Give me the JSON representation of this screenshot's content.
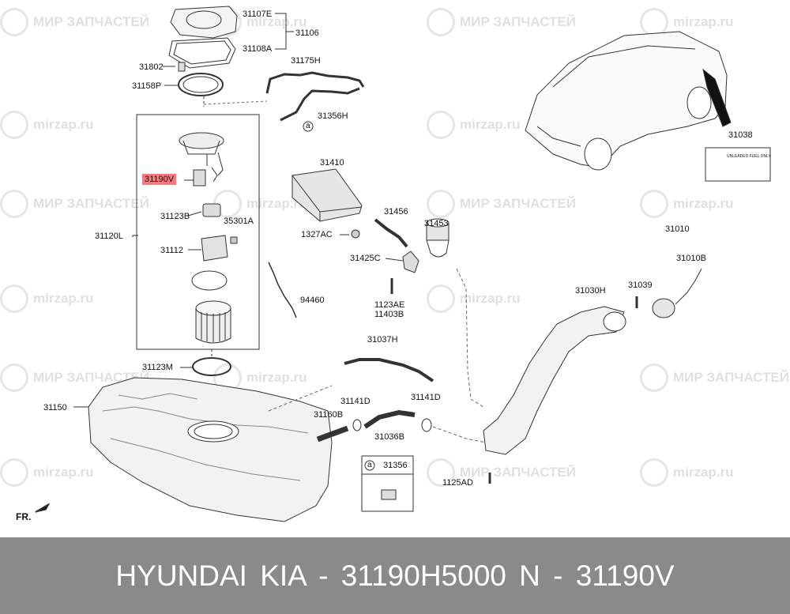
{
  "watermarks": {
    "brand_ru": "МИР ЗАПЧАСТЕЙ",
    "site": "mirzap.ru"
  },
  "labels": {
    "l31107E": "31107E",
    "l31106": "31106",
    "l31108A": "31108A",
    "l31802": "31802",
    "l31158P": "31158P",
    "l31175H": "31175H",
    "l31356H": "31356H",
    "l31038": "31038",
    "l31190V": "31190V",
    "l31410": "31410",
    "l31123B": "31123B",
    "l35301A": "35301A",
    "l31120L": "31120L",
    "l31112": "31112",
    "l31456": "31456",
    "l31453": "31453",
    "l1327AC": "1327AC",
    "l31425C": "31425C",
    "l31010": "31010",
    "l31010B": "31010B",
    "l31039": "31039",
    "l31030H": "31030H",
    "l94460": "94460",
    "l1123AE": "1123AE",
    "l11403B": "11403B",
    "l31037H": "31037H",
    "l31123M": "31123M",
    "l31141D_a": "31141D",
    "l31141D_b": "31141D",
    "l31150": "31150",
    "l31160B": "31160B",
    "l31036B": "31036B",
    "l31356": "31356",
    "l1125AD": "1125AD",
    "circle_a": "a",
    "legend_a": "a",
    "fr": "FR."
  },
  "fuel_label": {
    "line1": "UNLEADED FUEL ONLY"
  },
  "footer": {
    "text": "HYUNDAI  KIA - 31190H5000     N - 31190V"
  },
  "colors": {
    "highlight": "#f47a80",
    "footer_bg": "#8a8a8a",
    "footer_text": "#ffffff"
  }
}
